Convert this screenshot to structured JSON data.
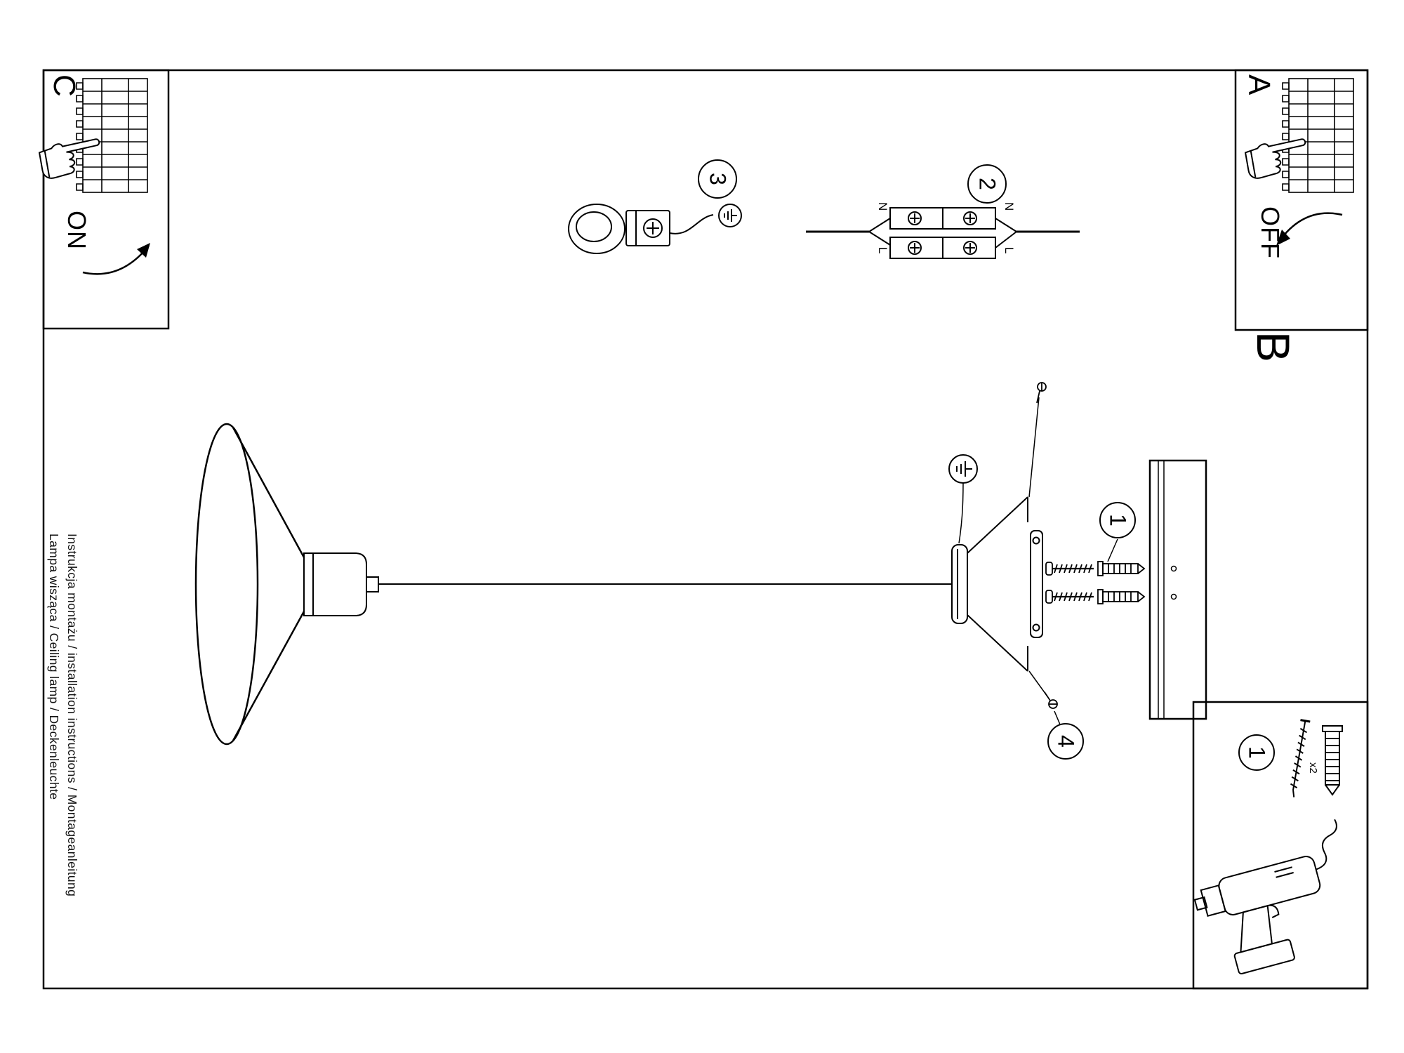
{
  "titles": {
    "line1": "Instrukcja montażu / installation instructions / Montageanleitung",
    "line2": "Lampa wisząca / Ceiling lamp / Deckenleuchte"
  },
  "sections": {
    "a": "A",
    "b": "B",
    "c": "C",
    "power_on": "ON",
    "power_off": "OFF"
  },
  "steps": {
    "s1": "1",
    "s2": "2",
    "s3": "3",
    "s4": "4",
    "tool": "1"
  },
  "wiring": {
    "n_left": "N",
    "n_right": "N",
    "l_left": "L",
    "l_right": "L"
  },
  "toolbox": {
    "qty": "x2"
  },
  "icons": {
    "pointing_hand": "outlined pointing hand",
    "ground_symbol": "earth ground in circle",
    "power_arrow": "curved swoosh arrow",
    "drill": "power screwdriver",
    "wall_plug": "expansion anchor",
    "screw": "mounting screw"
  },
  "colors": {
    "ink": "#000000",
    "paper": "#ffffff"
  }
}
